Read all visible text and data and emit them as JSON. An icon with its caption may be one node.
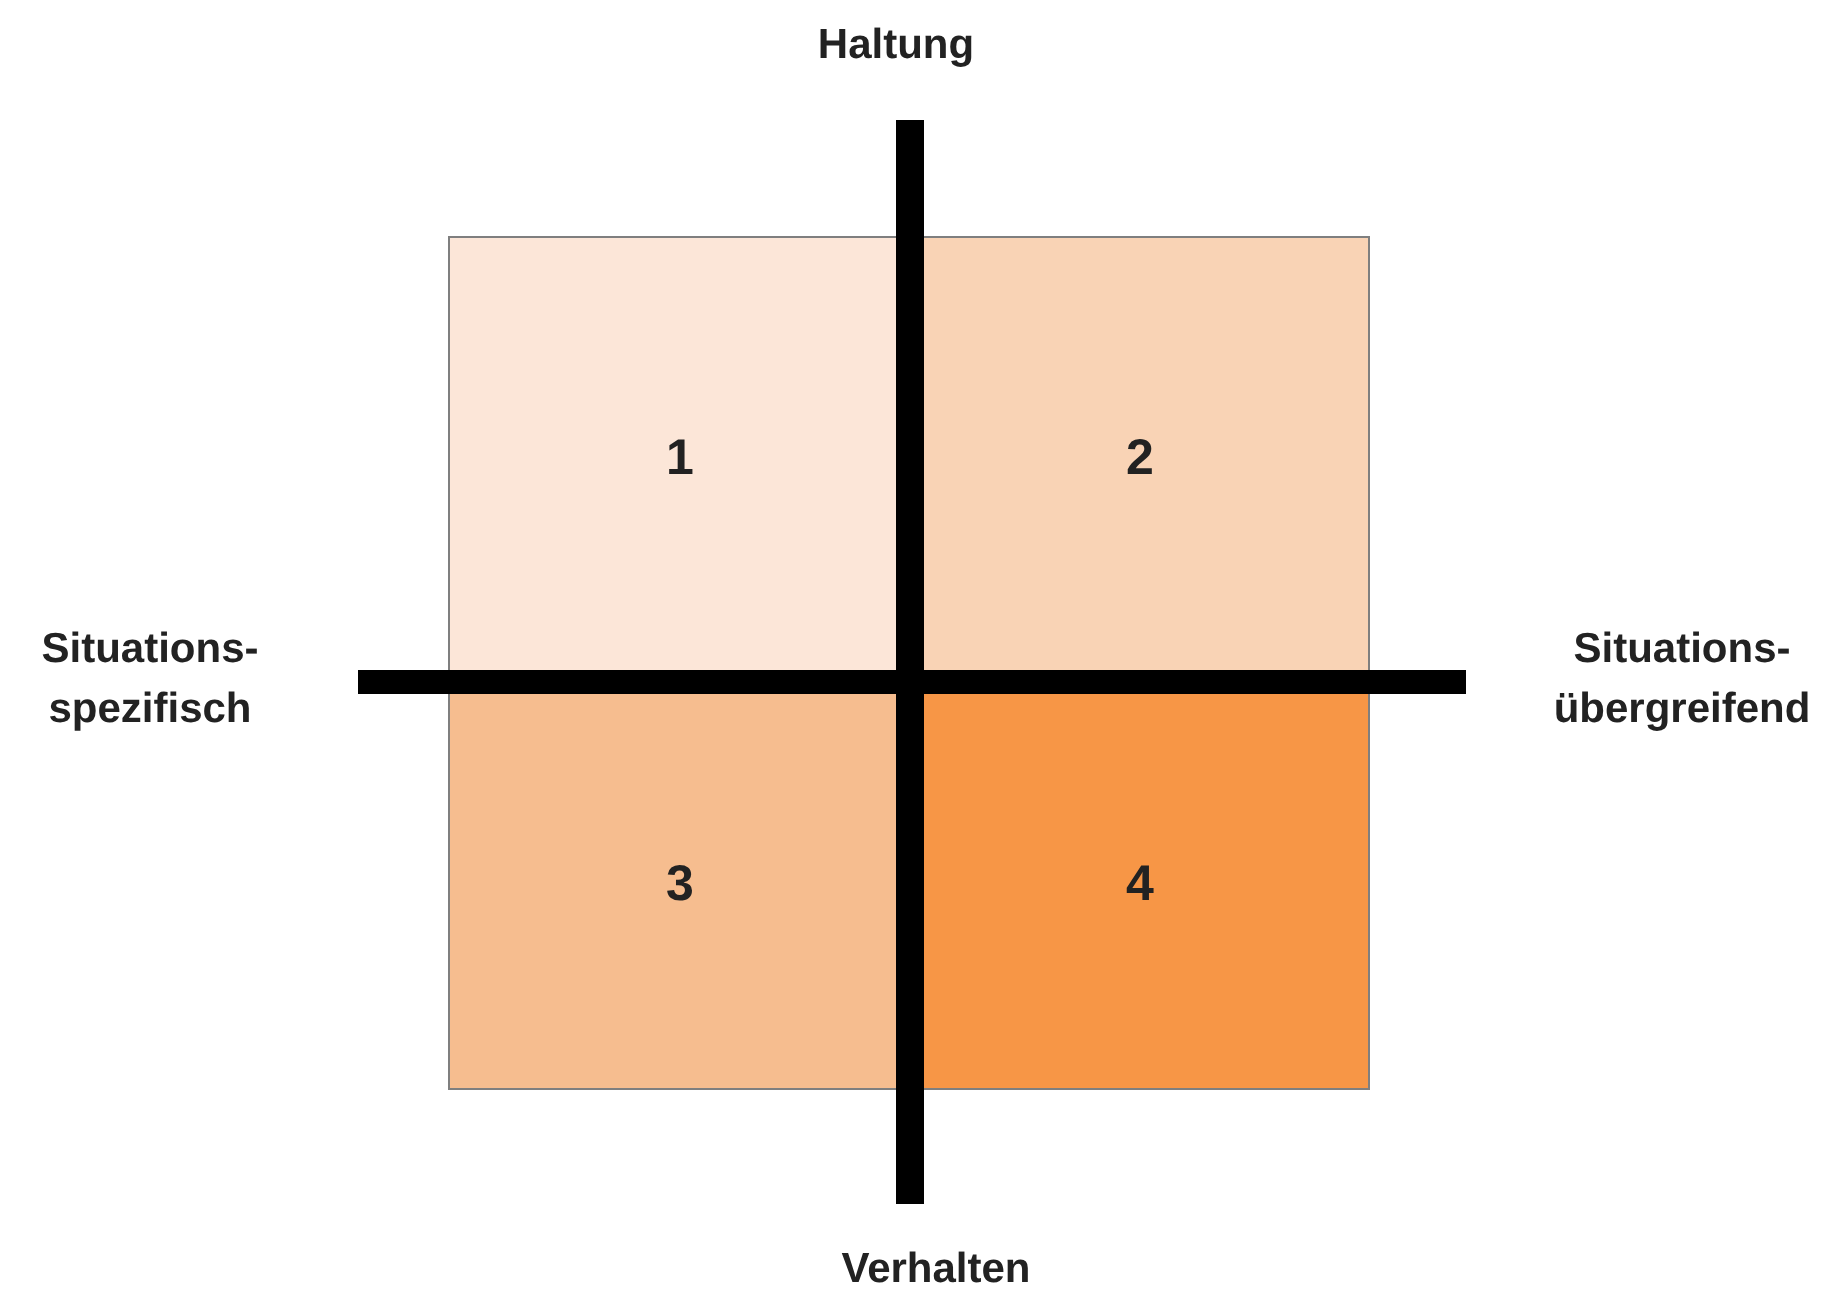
{
  "diagram": {
    "nodes": [
      {
        "text": [
          "1"
        ]
      },
      {
        "text": [
          "2"
        ]
      },
      {
        "text": [
          "3"
        ]
      },
      {
        "text": [
          "4"
        ]
      }
    ],
    "labels": [
      "Haltung",
      "Situations- spezifisch",
      "Situations- übergreifend",
      "Verhalten"
    ]
  }
}
